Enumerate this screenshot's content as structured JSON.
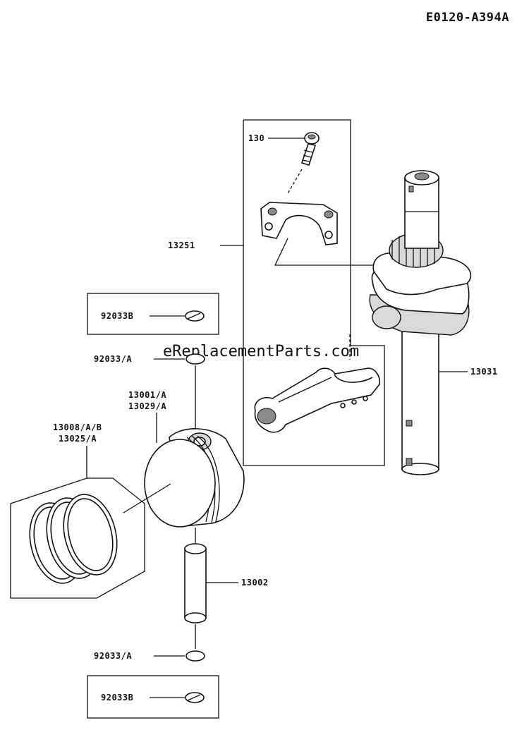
{
  "diagram_code": "E0120-A394A",
  "watermark": "eReplacementParts.com",
  "labels": {
    "bolt": "130",
    "connecting_rod": "13251",
    "crankshaft": "13031",
    "clip_box_top": "92033B",
    "clip_top": "92033/A",
    "piston_line1": "13001/A",
    "piston_line2": "13029/A",
    "rings_line1": "13008/A/B",
    "rings_line2": "13025/A",
    "pin": "13002",
    "clip_bottom": "92033/A",
    "clip_box_bottom": "92033B"
  }
}
